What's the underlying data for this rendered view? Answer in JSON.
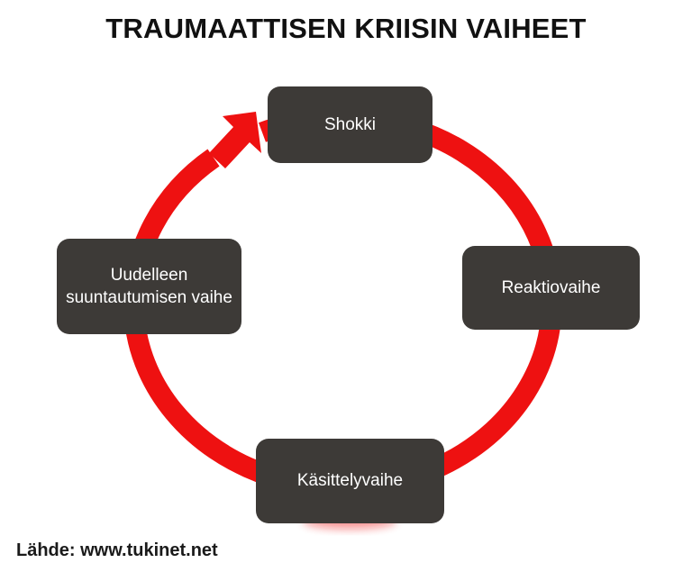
{
  "title": "TRAUMAATTISEN KRIISIN VAIHEET",
  "colors": {
    "arrow_red": "#ee1111",
    "node_gray": "#3d3a37",
    "node_text": "#ffffff",
    "title_text": "#111111",
    "background": "#ffffff"
  },
  "diagram": {
    "type": "cycle",
    "direction": "clockwise",
    "node_count": 4,
    "nodes": [
      {
        "id": "shokki",
        "label": "Shokki",
        "position": "top",
        "order": 1
      },
      {
        "id": "reaktiovaihe",
        "label": "Reaktiovaihe",
        "position": "right",
        "order": 2
      },
      {
        "id": "kasittelyvaihe",
        "label": "Käsittelyvaihe",
        "position": "bottom",
        "order": 3
      },
      {
        "id": "uudelleen",
        "label": "Uudelleen suuntautumisen vaihe",
        "position": "left",
        "order": 4
      }
    ],
    "arrow": {
      "name": "clockwise-cycle-arrow",
      "head_points_to": "shokki"
    }
  },
  "footer": {
    "source_label": "Lähde:",
    "source_url": "www.tukinet.net",
    "source_full": "Lähde: www.tukinet.net"
  }
}
